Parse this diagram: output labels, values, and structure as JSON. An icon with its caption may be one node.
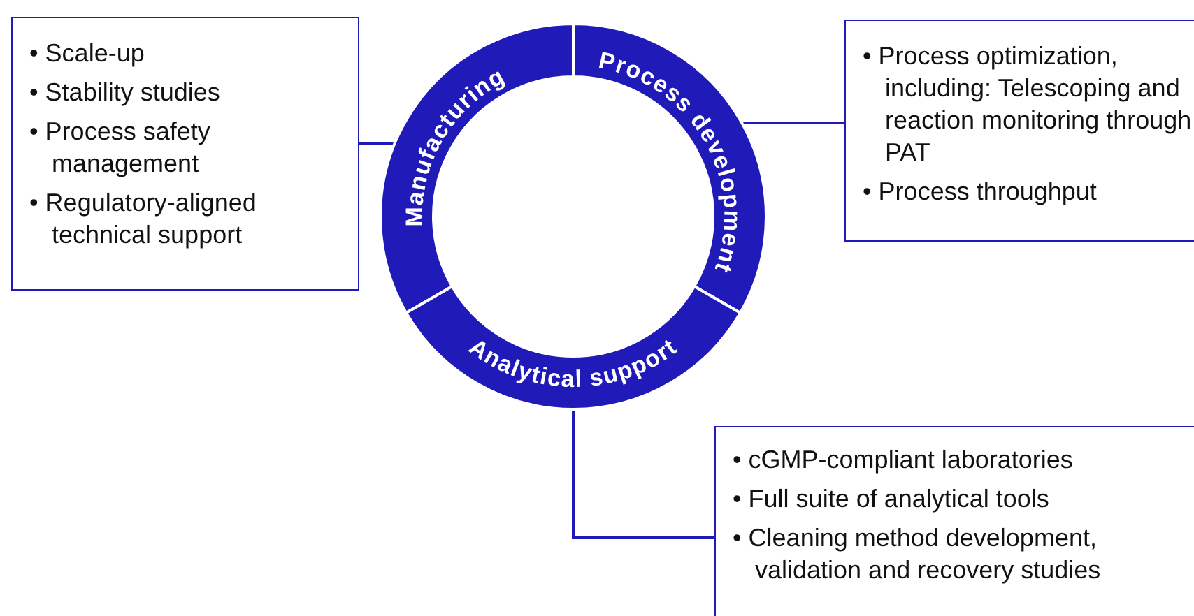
{
  "diagram": {
    "nodes": [
      {
        "text": [
          "• Scale-up",
          "• Stability studies",
          "• Process safety management",
          "• Regulatory-aligned technical support"
        ]
      },
      {
        "text": [
          "Manufacturing"
        ]
      },
      {
        "text": [
          "Process development"
        ]
      },
      {
        "text": [
          "• Process optimization, including: Telescoping and reaction monitoring through PAT",
          "• Process throughput"
        ]
      },
      {
        "text": [
          "Analytical support"
        ]
      },
      {
        "text": [
          "• cGMP-compliant laboratories",
          "• Full suite of analytical tools",
          "• Cleaning method development, validation and recovery studies"
        ]
      }
    ],
    "edges": [
      {
        "from": 0,
        "to": 1,
        "arrow": "none"
      },
      {
        "from": 2,
        "to": 3,
        "arrow": "none"
      },
      {
        "from": 4,
        "to": 5,
        "arrow": "none"
      }
    ]
  }
}
